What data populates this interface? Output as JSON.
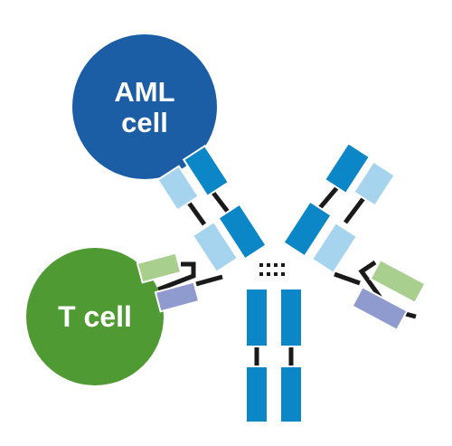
{
  "cells": {
    "aml": {
      "line1": "AML",
      "line2": "cell",
      "color": "#1b5ea6"
    },
    "tcell": {
      "label": "T cell",
      "color": "#4f9a32"
    }
  },
  "colors": {
    "dark_blue": "#0b86c6",
    "light_blue": "#a6d4ee",
    "light_green": "#a9cf8e",
    "lavender": "#8f9bcf",
    "linker": "#1a1a1a",
    "outline": "#ffffff"
  }
}
